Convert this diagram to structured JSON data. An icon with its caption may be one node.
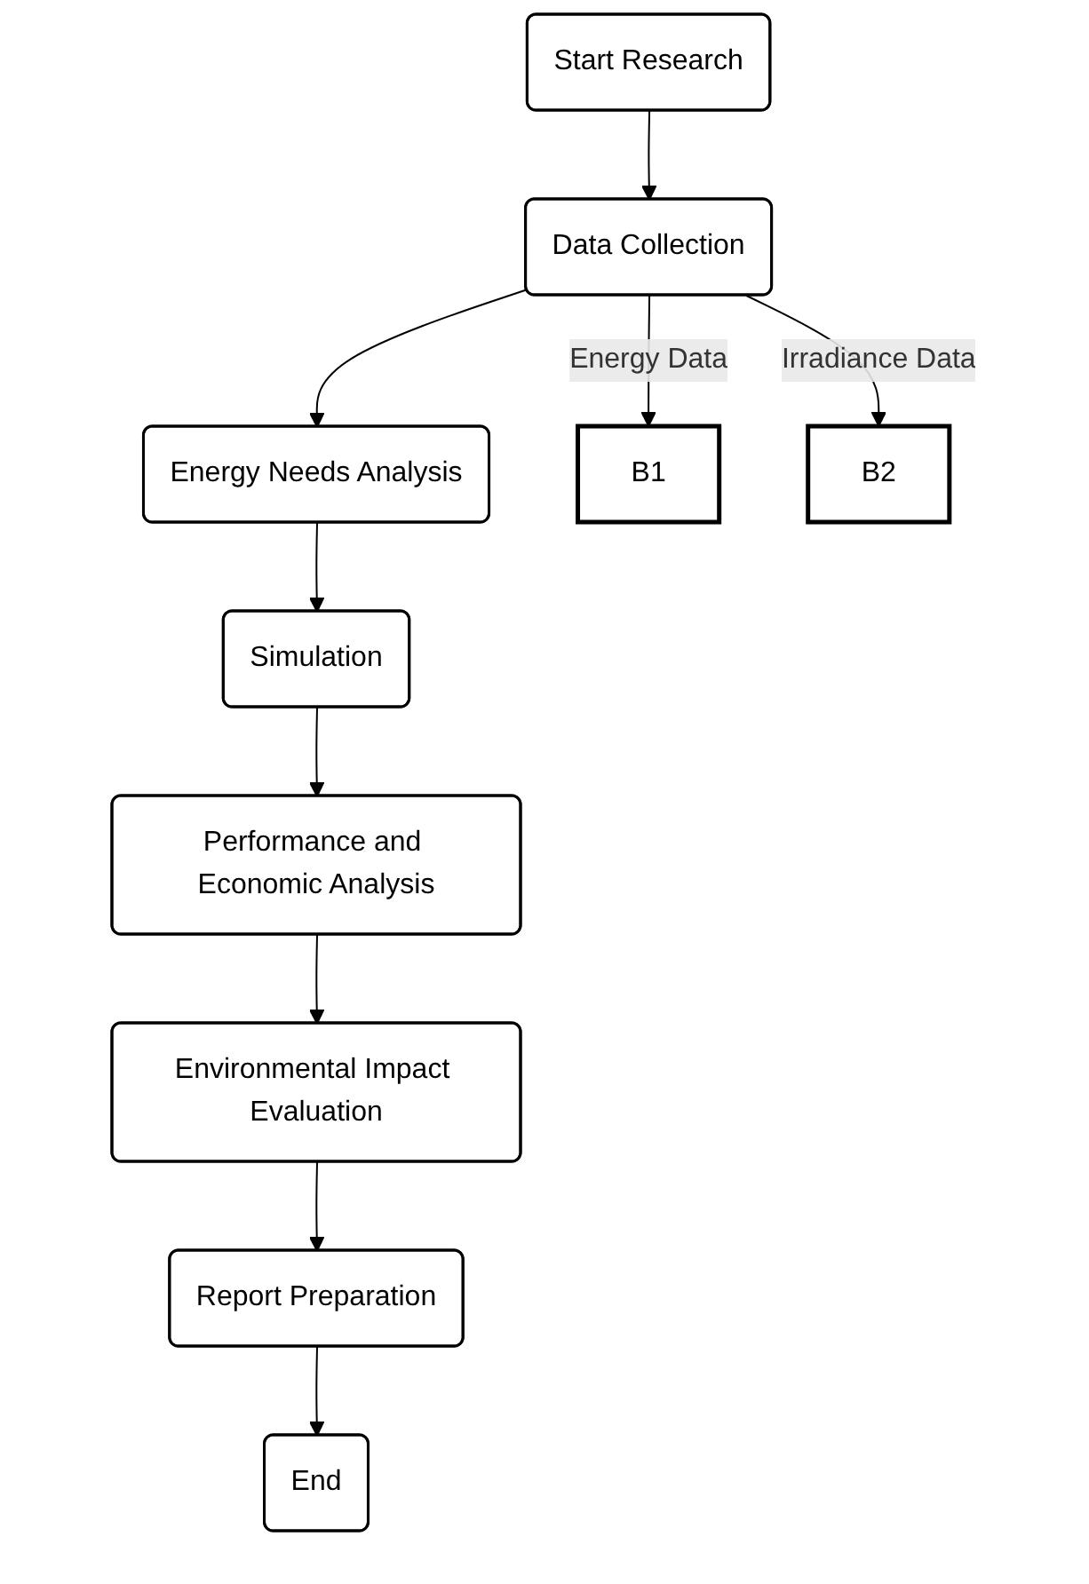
{
  "diagram": {
    "nodes": [
      {
        "text": [
          "Start Research"
        ]
      },
      {
        "text": [
          "Data Collection"
        ]
      },
      {
        "text": [
          "Energy Needs Analysis"
        ]
      },
      {
        "text": [
          "B1"
        ]
      },
      {
        "text": [
          "B2"
        ]
      },
      {
        "text": [
          "Simulation"
        ]
      },
      {
        "text": [
          "Performance and Economic Analysis"
        ]
      },
      {
        "text": [
          "Environmental Impact Evaluation"
        ]
      },
      {
        "text": [
          "Report Preparation"
        ]
      },
      {
        "text": [
          "End"
        ]
      }
    ],
    "edges": [
      {
        "from": 0,
        "to": 1,
        "arrow": "to"
      },
      {
        "from": 1,
        "to": 2,
        "arrow": "to"
      },
      {
        "from": 1,
        "to": 3,
        "arrow": "to",
        "label": "Energy Data"
      },
      {
        "from": 1,
        "to": 4,
        "arrow": "to",
        "label": "Irradiance Data"
      },
      {
        "from": 2,
        "to": 5,
        "arrow": "to"
      },
      {
        "from": 5,
        "to": 6,
        "arrow": "to"
      },
      {
        "from": 6,
        "to": 7,
        "arrow": "to"
      },
      {
        "from": 7,
        "to": 8,
        "arrow": "to"
      },
      {
        "from": 8,
        "to": 9,
        "arrow": "to"
      }
    ]
  }
}
